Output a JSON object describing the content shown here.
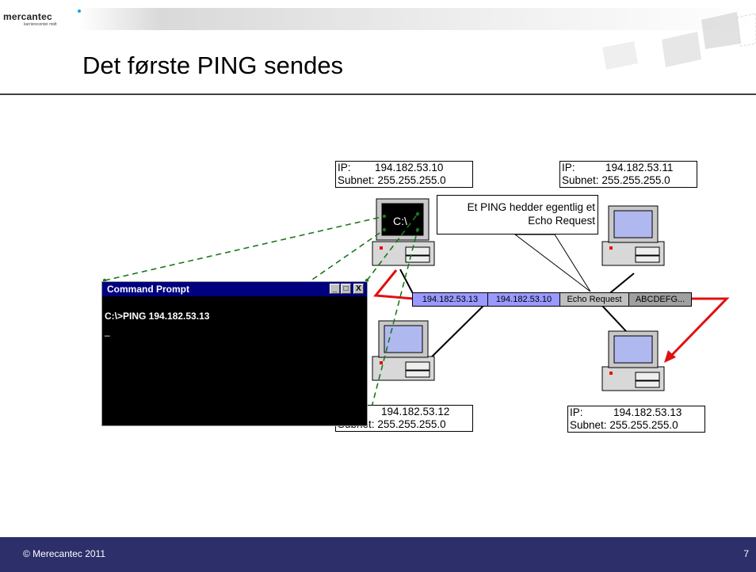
{
  "logo": {
    "name": "mercantec",
    "tagline": "karrierecenter midt"
  },
  "slide_title": "Det første PING sendes",
  "footer": {
    "copyright": "© Merecantec 2011",
    "page_number": "7"
  },
  "hosts": [
    {
      "id": "pc-194-182-53-10",
      "ip_key": "IP:",
      "ip": "194.182.53.10",
      "subnet_key": "Subnet:",
      "subnet": "255.255.255.0",
      "screen_text": "C:\\"
    },
    {
      "id": "pc-194-182-53-11",
      "ip_key": "IP:",
      "ip": "194.182.53.11",
      "subnet_key": "Subnet:",
      "subnet": "255.255.255.0"
    },
    {
      "id": "pc-194-182-53-12",
      "ip_key": "IP:",
      "ip": "194.182.53.12",
      "subnet_key": "Subnet:",
      "subnet": "255.255.255.0"
    },
    {
      "id": "pc-194-182-53-13",
      "ip_key": "IP:",
      "ip": "194.182.53.13",
      "subnet_key": "Subnet:",
      "subnet": "255.255.255.0"
    }
  ],
  "packet": {
    "fields": [
      "194.182.53.13",
      "194.182.53.10",
      "Echo Request",
      "ABCDEFG..."
    ],
    "colors": [
      "#9999ff",
      "#9999ff",
      "#c0c0c0",
      "#a0a0a0"
    ]
  },
  "callout": {
    "line1": "Et PING hedder egentlig et",
    "line2": "Echo Request"
  },
  "command_prompt": {
    "title": "Command Prompt",
    "buttons": [
      "_",
      "□",
      "X"
    ],
    "command": "C:\\>PING 194.182.53.13",
    "cursor": "_"
  },
  "colors": {
    "arrow": "#e01010",
    "link": "#000000",
    "dashed": "#1a7a1a",
    "footer": "#2d2f6b",
    "titlebar": "#00007f"
  }
}
